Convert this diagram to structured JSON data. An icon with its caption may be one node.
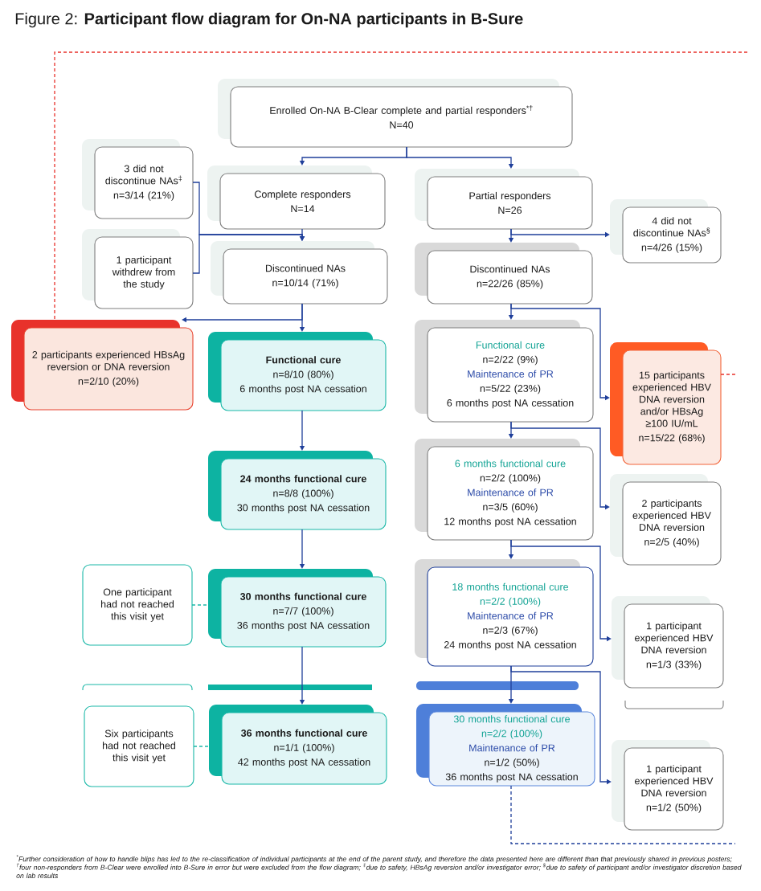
{
  "diagram": {
    "title": "Figure 2: **Participant flow diagram for On-NA participants in B-Sure**",
    "nodes": [
      {
        "text": [
          "Enrolled On-NA B-Clear complete and partial responders$^{*†}$",
          "N=40"
        ]
      },
      {
        "text": [
          "3 did not discontinue NAs$^{‡}$",
          "n=3/14 (21%)"
        ]
      },
      {
        "text": [
          "Complete responders",
          "N=14"
        ]
      },
      {
        "text": [
          "Partial responders",
          "N=26"
        ]
      },
      {
        "text": [
          "4 did not discontinue NAs$^{§}$",
          "n=4/26 (15%)"
        ]
      },
      {
        "text": [
          "1 participant withdrew from the study"
        ]
      },
      {
        "text": [
          "Discontinued NAs",
          "n=10/14 (71%)"
        ]
      },
      {
        "text": [
          "Discontinued NAs",
          "n=22/26 (85%)"
        ]
      },
      {
        "text": [
          "2 participants experienced HBsAg reversion or DNA reversion",
          "n=2/10 (20%)"
        ]
      },
      {
        "text": [
          "Functional cure",
          "n=8/10 (80%)",
          "6 months post NA cessation"
        ]
      },
      {
        "text": [
          "Functional cure",
          "n=2/22 (9%)",
          "Maintenance of PR",
          "n=5/22 (23%)",
          "6 months post NA cessation"
        ]
      },
      {
        "text": [
          "15 participants experienced HBV DNA reversion and/or HBsAg ≥100 IU/mL",
          "n=15/22 (68%)"
        ]
      },
      {
        "text": [
          "24 months functional cure",
          "n=8/8 (100%)",
          "30 months post NA cessation"
        ]
      },
      {
        "text": [
          "6 months functional cure",
          "n=2/2 (100%)",
          "Maintenance of PR",
          "n=3/5 (60%)",
          "12 months post NA cessation"
        ]
      },
      {
        "text": [
          "2 participants experienced HBV DNA reversion",
          "n=2/5 (40%)"
        ]
      },
      {
        "text": [
          "One participant had not reached this visit yet"
        ]
      },
      {
        "text": [
          "30 months functional cure",
          "n=7/7 (100%)",
          "36 months post NA cessation"
        ]
      },
      {
        "text": [
          "18 months functional cure",
          "n=2/2 (100%)",
          "Maintenance of PR",
          "n=2/3 (67%)",
          "24 months post NA cessation"
        ]
      },
      {
        "text": [
          "1 participant experienced HBV DNA reversion",
          "n=1/3 (33%)"
        ]
      },
      {
        "text": [
          "Six participants had not reached this visit yet"
        ]
      },
      {
        "text": [
          "36 months functional cure",
          "n=1/1 (100%)",
          "42 months post NA cessation"
        ]
      },
      {
        "text": [
          "30 months functional cure",
          "n=2/2 (100%)",
          "Maintenance of PR",
          "n=1/2 (50%)",
          "36 months post NA cessation"
        ]
      },
      {
        "text": [
          "1 participant experienced HBV DNA reversion",
          "n=1/2 (50%)"
        ]
      }
    ],
    "edges": [
      {
        "from": 0,
        "to": 2,
        "arrow": "to"
      },
      {
        "from": 0,
        "to": 3,
        "arrow": "to"
      },
      {
        "from": 2,
        "to": 6,
        "arrow": "to"
      },
      {
        "from": 1,
        "to": 6,
        "arrow": "to"
      },
      {
        "from": 5,
        "to": 6,
        "arrow": "to"
      },
      {
        "from": 3,
        "to": 7,
        "arrow": "to"
      },
      {
        "from": 3,
        "to": 4,
        "arrow": "to"
      },
      {
        "from": 6,
        "to": 9,
        "arrow": "to"
      },
      {
        "from": 6,
        "to": 8,
        "arrow": "to"
      },
      {
        "from": 7,
        "to": 10,
        "arrow": "to"
      },
      {
        "from": 7,
        "to": 11,
        "arrow": "to"
      },
      {
        "from": 9,
        "to": 12,
        "arrow": "to"
      },
      {
        "from": 10,
        "to": 13,
        "arrow": "to"
      },
      {
        "from": 10,
        "to": 14,
        "arrow": "to"
      },
      {
        "from": 12,
        "to": 16,
        "arrow": "to"
      },
      {
        "from": 13,
        "to": 17,
        "arrow": "to"
      },
      {
        "from": 13,
        "to": 18,
        "arrow": "to"
      },
      {
        "from": 15,
        "to": 16,
        "arrow": "none",
        "style": "dashed",
        "color": "#1bb8a8"
      },
      {
        "from": 16,
        "to": 20,
        "arrow": "to"
      },
      {
        "from": 17,
        "to": 21,
        "arrow": "to"
      },
      {
        "from": 17,
        "to": 22,
        "arrow": "to"
      },
      {
        "from": 19,
        "to": 20,
        "arrow": "none",
        "style": "dashed",
        "color": "#1bb8a8"
      },
      {
        "from": 8,
        "to": null,
        "arrow": "none",
        "style": "dashed",
        "color": "#e8322b"
      },
      {
        "from": 11,
        "to": null,
        "arrow": "none",
        "style": "dashed",
        "color": "#e8322b"
      },
      {
        "from": 21,
        "to": null,
        "arrow": "none",
        "style": "dashed"
      }
    ],
    "labels": [
      "$^{*}$Further consideration of how to handle blips has led to the re-classification of individual participants at the end of the parent study, and therefore the data presented here are different than that previously shared in previous posters; $^{†}$four non-responders from B-Clear were enrolled into B-Sure in error but were excluded from the flow diagram; $^{‡}$due to safety, HBsAg reversion and/or investigator error; $^{§}$due to safety of participant and/or investigator discretion based on lab results"
    ]
  }
}
